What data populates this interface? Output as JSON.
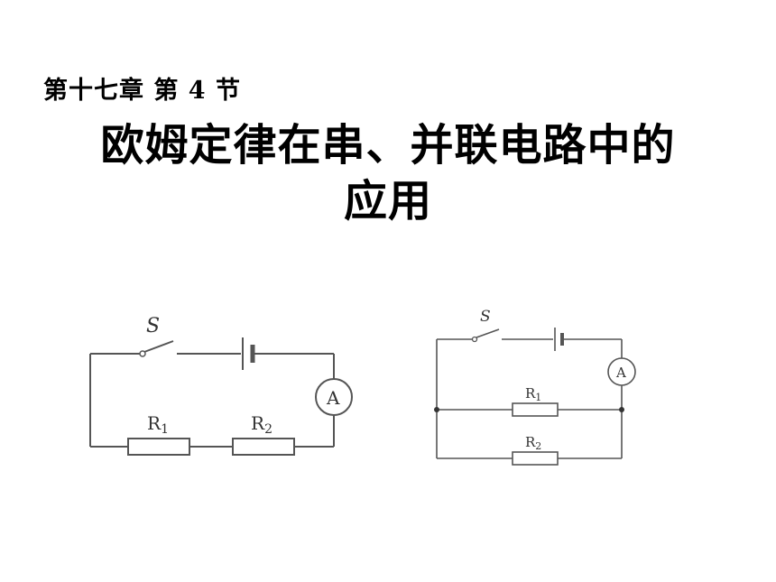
{
  "header": {
    "chapter": "第十七章  第 4 节",
    "title_line1": "欧姆定律在串、并联电路中的",
    "title_line2": "应用"
  },
  "series_circuit": {
    "switch_label": "S",
    "ammeter_label": "A",
    "resistor1": {
      "letter": "R",
      "sub": "1"
    },
    "resistor2": {
      "letter": "R",
      "sub": "2"
    }
  },
  "parallel_circuit": {
    "switch_label": "S",
    "ammeter_label": "A",
    "resistor1": {
      "letter": "R",
      "sub": "1"
    },
    "resistor2": {
      "letter": "R",
      "sub": "2"
    }
  },
  "colors": {
    "wire": "#555555",
    "text": "#000000"
  }
}
